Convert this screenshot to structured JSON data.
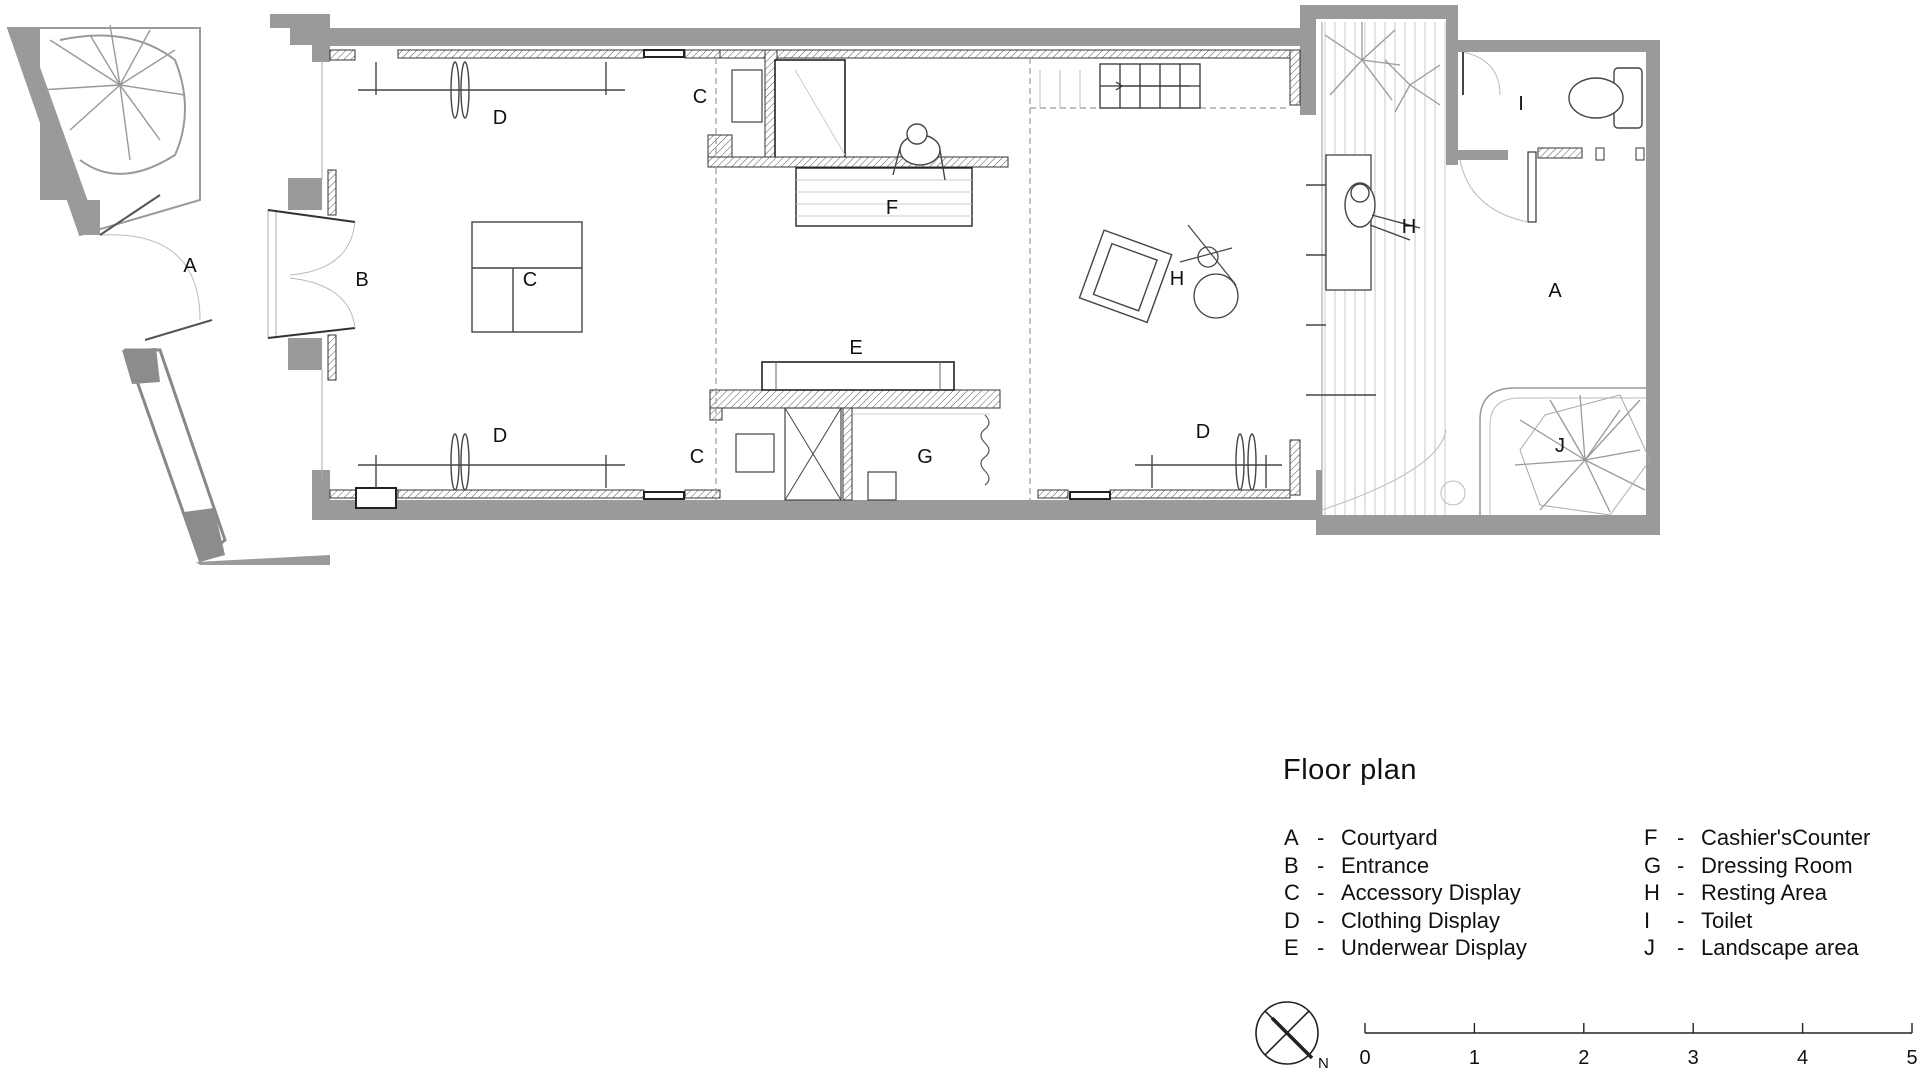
{
  "drawing": {
    "title": "Floor  plan",
    "room_tags": {
      "courtyard_left": "A",
      "entrance": "B",
      "accessory_table": "C",
      "accessory_top": "C",
      "accessory_bottom": "C",
      "clothing_top": "D",
      "clothing_bottom": "D",
      "clothing_right": "D",
      "underwear": "E",
      "cashier": "F",
      "dressing": "G",
      "resting_center": "H",
      "resting_deck": "H",
      "toilet": "I",
      "courtyard_right": "A",
      "landscape": "J"
    },
    "legend": {
      "left_column": [
        {
          "code": "A",
          "dash": "-",
          "name": "Courtyard"
        },
        {
          "code": "B",
          "dash": "-",
          "name": "Entrance"
        },
        {
          "code": "C",
          "dash": "-",
          "name": "Accessory Display"
        },
        {
          "code": "D",
          "dash": "-",
          "name": "Clothing Display"
        },
        {
          "code": "E",
          "dash": "-",
          "name": "Underwear Display"
        }
      ],
      "right_column": [
        {
          "code": "F",
          "dash": "-",
          "name": "Cashier'sCounter"
        },
        {
          "code": "G",
          "dash": "-",
          "name": "Dressing Room"
        },
        {
          "code": "H",
          "dash": "-",
          "name": "Resting Area"
        },
        {
          "code": "I",
          "dash": "-",
          "name": "Toilet"
        },
        {
          "code": "J",
          "dash": "-",
          "name": "Landscape area"
        }
      ]
    },
    "scale_bar": {
      "ticks": [
        "0",
        "1",
        "2",
        "3",
        "4",
        "5"
      ]
    },
    "north_arrow": {
      "label": "N"
    },
    "colors": {
      "wall": "#9a9a9a",
      "line": "#222222",
      "light_line": "#b5b5b5",
      "background": "#ffffff"
    }
  }
}
